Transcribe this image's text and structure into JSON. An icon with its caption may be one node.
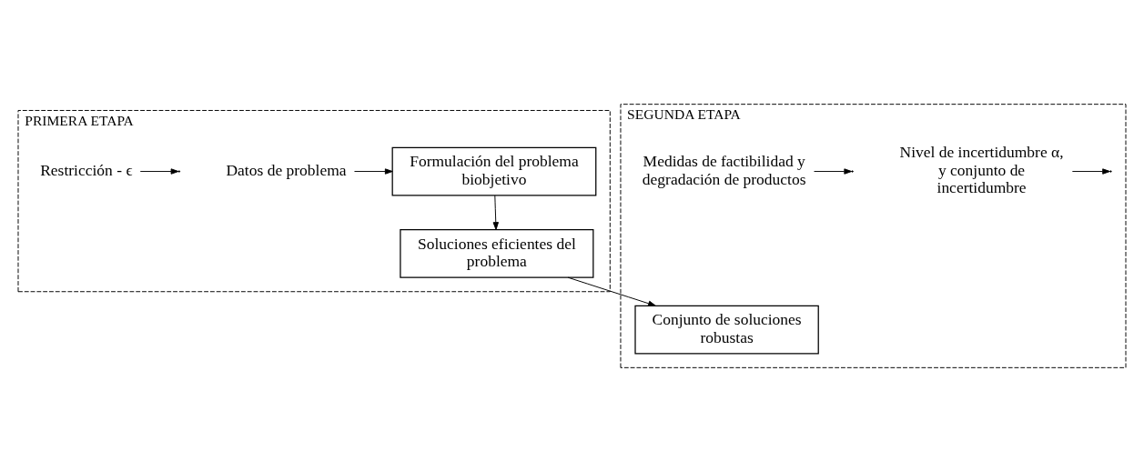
{
  "diagram": {
    "nodes": [
      {
        "text": [
          "PRIMERA ETAPA"
        ]
      },
      {
        "text": [
          "Datos de problema"
        ],
        "in": 0
      },
      {
        "text": [
          "Formulación del problema biobjetivo"
        ],
        "in": 0
      },
      {
        "text": [
          "Restricción - ϵ"
        ],
        "in": 0
      },
      {
        "text": [
          "Soluciones eficientes del problema"
        ],
        "in": 0
      },
      {
        "text": [
          "SEGUNDA ETAPA"
        ]
      },
      {
        "text": [
          "Nivel de incertidumbre α, y conjunto de incertidumbre"
        ],
        "in": 5
      },
      {
        "text": [
          "Medidas de factibilidad y degradación de productos"
        ],
        "in": 5
      },
      {
        "text": [
          "Conjunto de soluciones robustas"
        ],
        "in": 5
      }
    ],
    "edges": [
      {
        "from": 1,
        "to": 2,
        "arrow": "to"
      },
      {
        "from": 2,
        "to": 4,
        "arrow": "to"
      },
      {
        "from": 3,
        "to": null,
        "arrow": "to"
      },
      {
        "from": 4,
        "to": 8,
        "arrow": "to"
      },
      {
        "from": 6,
        "to": null,
        "arrow": "to"
      },
      {
        "from": 7,
        "to": null,
        "arrow": "to"
      }
    ]
  }
}
